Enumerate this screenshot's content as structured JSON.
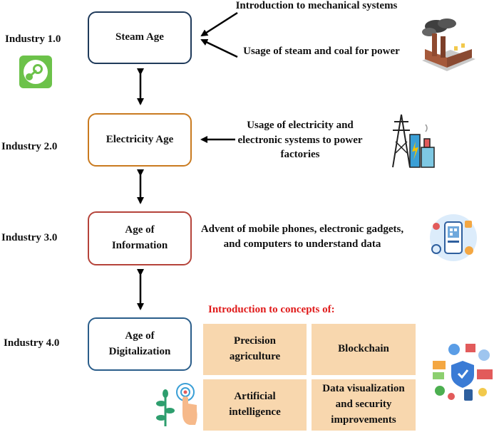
{
  "industries": [
    {
      "label": "Industry 1.0",
      "age": "Steam Age"
    },
    {
      "label": "Industry 2.0",
      "age": "Electricity Age"
    },
    {
      "label": "Industry 3.0",
      "age": "Age of Information"
    },
    {
      "label": "Industry 4.0",
      "age": "Age of Digitalization"
    }
  ],
  "descriptions": {
    "steam_1": "Introduction to mechanical systems",
    "steam_2": "Usage of steam and coal for power",
    "electricity": "Usage of electricity and electronic systems to power factories",
    "information": "Advent of mobile phones, electronic gadgets, and computers to understand data"
  },
  "concepts": {
    "heading": "Introduction to concepts of:",
    "items": [
      "Precision agriculture",
      "Blockchain",
      "Artificial intelligence",
      "Data visualization and security improvements"
    ]
  },
  "colors": {
    "steam_border": "#1f3a5a",
    "electricity_border": "#c97a1f",
    "information_border": "#b5433a",
    "digitalization_border": "#2a5d8a",
    "concept_fill": "#f8d7ae",
    "heading_red": "#e01b1b"
  },
  "icons": [
    "steam-logo-icon",
    "factory-icon",
    "power-tower-icon",
    "mobile-gadgets-icon",
    "digital-network-icon",
    "smart-plant-touch-icon"
  ]
}
